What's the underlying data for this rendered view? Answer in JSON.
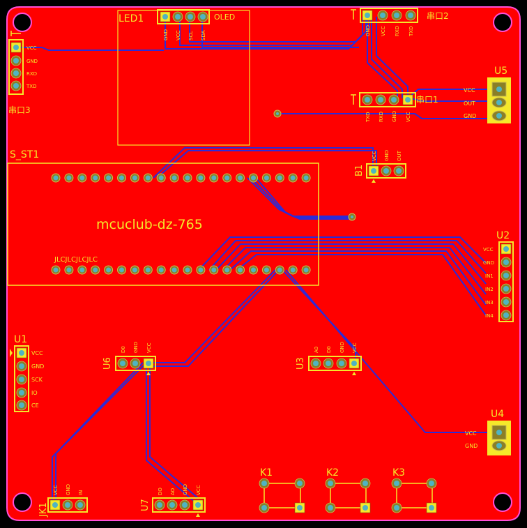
{
  "board": {
    "title": "mcuclub-dz-765",
    "jlc_text": "JLCJLCJLCJLC",
    "colors": {
      "board": "#ff0000",
      "edge": "#ff4fd8",
      "trace": "#2b2bd9",
      "silk": "#f5e82a",
      "hole": "#4fb4c2"
    }
  },
  "components": {
    "led1": {
      "ref": "LED1",
      "name": "OLED",
      "pins": [
        "GND",
        "VCC",
        "SCL",
        "SDA"
      ]
    },
    "uart2": {
      "ref": "串口2",
      "pins": [
        "GND",
        "VCC",
        "RXD",
        "TXD"
      ]
    },
    "uart3": {
      "ref": "串口3",
      "pins": [
        "VCC",
        "GND",
        "RXD",
        "TXD"
      ]
    },
    "uart1": {
      "ref": "串口1",
      "pins": [
        "TXD",
        "RXD",
        "GND",
        "VCC"
      ]
    },
    "u5": {
      "ref": "U5",
      "pins": [
        "VCC",
        "OUT",
        "GND"
      ]
    },
    "b1": {
      "ref": "B1",
      "pins": [
        "VCC",
        "GND",
        "OUT"
      ]
    },
    "s_st1": {
      "ref": "S_ST1"
    },
    "u2": {
      "ref": "U2",
      "pins": [
        "VCC",
        "GND",
        "IN1",
        "IN2",
        "IN3",
        "IN4"
      ]
    },
    "u1": {
      "ref": "U1",
      "pins": [
        "VCC",
        "GND",
        "SCK",
        "IO",
        "CE"
      ]
    },
    "u6": {
      "ref": "U6",
      "pins": [
        "D0",
        "GND",
        "VCC"
      ]
    },
    "u3": {
      "ref": "U3",
      "pins": [
        "A0",
        "D0",
        "GND",
        "VCC"
      ]
    },
    "u4": {
      "ref": "U4",
      "pins": [
        "VCC",
        "GND"
      ]
    },
    "k1": {
      "ref": "K1"
    },
    "k2": {
      "ref": "K2"
    },
    "k3": {
      "ref": "K3"
    },
    "jk1": {
      "ref": "JK1",
      "pins": [
        "VCC",
        "GND",
        "IN"
      ]
    },
    "u7": {
      "ref": "U7",
      "pins": [
        "DO",
        "AO",
        "GND",
        "VCC"
      ]
    }
  }
}
